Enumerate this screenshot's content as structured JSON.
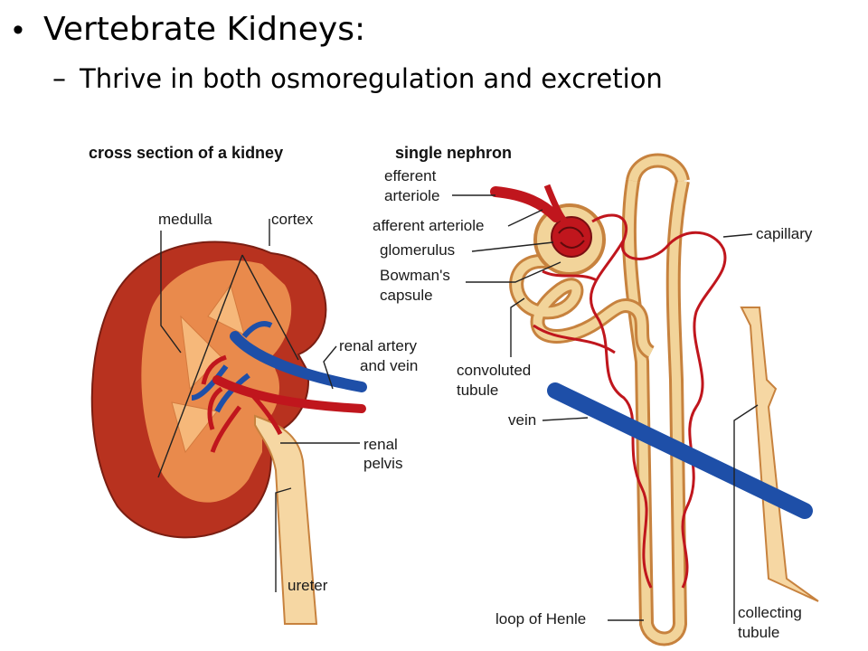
{
  "slide": {
    "bullet": "Vertebrate Kidneys:",
    "subbullet": "Thrive in both osmoregulation and excretion"
  },
  "diagram": {
    "left_title": "cross section of a kidney",
    "right_title": "single nephron",
    "labels": {
      "medulla": "medulla",
      "cortex": "cortex",
      "renal_artery_1": "renal artery",
      "renal_artery_2": "and vein",
      "renal_pelvis_1": "renal",
      "renal_pelvis_2": "pelvis",
      "ureter": "ureter",
      "efferent_1": "efferent",
      "efferent_2": "arteriole",
      "afferent": "afferent arteriole",
      "glomerulus": "glomerulus",
      "bowman_1": "Bowman's",
      "bowman_2": "capsule",
      "convoluted_1": "convoluted",
      "convoluted_2": "tubule",
      "vein": "vein",
      "capillary": "capillary",
      "loop": "loop of Henle",
      "collecting_1": "collecting",
      "collecting_2": "tubule"
    },
    "colors": {
      "kidney_outer": "#b8321f",
      "kidney_inner": "#e98a4c",
      "artery": "#c0161d",
      "vein": "#1e4fa8",
      "tubule": "#f2d49a",
      "tubule_edge": "#c7823e"
    }
  }
}
